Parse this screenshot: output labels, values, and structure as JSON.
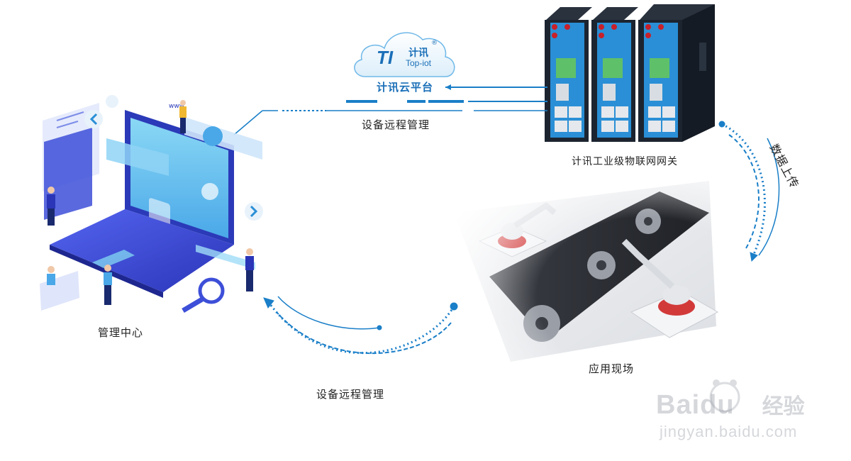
{
  "cloud": {
    "brand_cn": "计讯",
    "brand_en": "Top-iot",
    "registered": "®",
    "platform_label": "计讯云平台"
  },
  "labels": {
    "remote_mgmt_top": "设备远程管理",
    "remote_mgmt_bottom": "设备远程管理",
    "gateway": "计讯工业级物联网网关",
    "data_upload": "数据上传",
    "management_center": "管理中心",
    "application_site": "应用现场"
  },
  "laptop": {
    "url_text": "www"
  },
  "watermark": {
    "brand": "Baidu",
    "brand_cn": "经验",
    "url": "jingyan.baidu.com"
  },
  "colors": {
    "flow_blue": "#1a7fc8",
    "gateway_blue": "#2a8fd6",
    "laptop_blue": "#3d4fd8",
    "screen_cyan": "#7fd0f0",
    "device_body": "#1c2430"
  }
}
